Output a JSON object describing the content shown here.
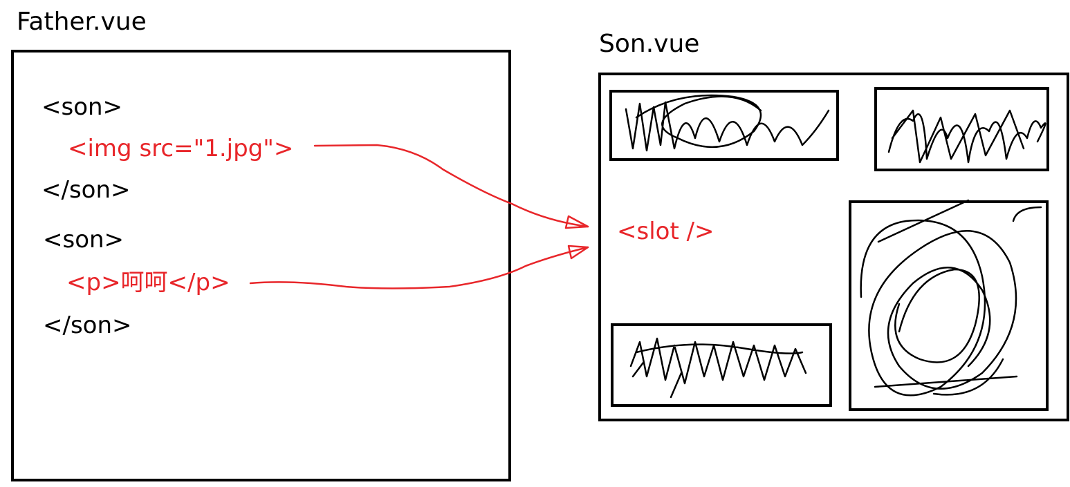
{
  "father": {
    "title": "Father.vue",
    "lines": [
      "<son>",
      "<img src=\"1.jpg\">",
      "</son>",
      "<son>",
      "<p>呵呵</p>",
      "</son>"
    ]
  },
  "son": {
    "title": "Son.vue",
    "slot": "<slot />"
  },
  "colors": {
    "accent_red": "#e8262a",
    "stroke_black": "#000000"
  }
}
